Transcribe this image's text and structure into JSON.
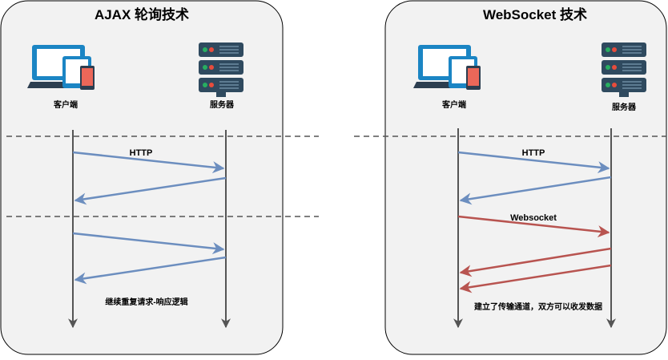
{
  "left_panel": {
    "title": "AJAX 轮询技术",
    "client_label": "客户端",
    "server_label": "服务器",
    "http_label": "HTTP",
    "note": "继续重复请求-响应逻辑"
  },
  "right_panel": {
    "title": "WebSocket 技术",
    "client_label": "客户端",
    "server_label": "服务器",
    "http_label": "HTTP",
    "websocket_label": "Websocket",
    "note": "建立了传输通道，双方可以收发数据"
  },
  "colors": {
    "panel_fill": "#f2f2f2",
    "panel_stroke": "#000000",
    "http_arrow": "#6c8ebf",
    "websocket_arrow": "#b85450",
    "lifeline": "#555555",
    "dashed_line": "#555555",
    "device_blue": "#1b85c4",
    "device_dark": "#2c3e50",
    "server_body": "#2f4a5f",
    "server_red": "#e74c3c",
    "server_green": "#27ae60"
  }
}
